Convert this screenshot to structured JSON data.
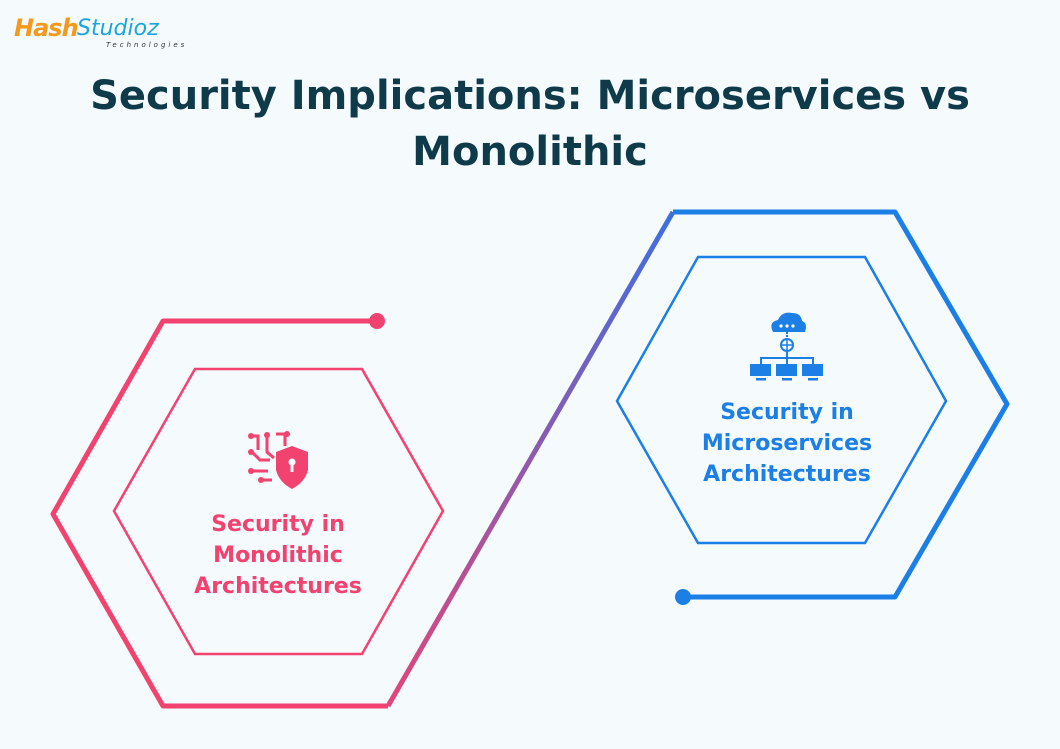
{
  "logo": {
    "part1": "Hash",
    "part2": "Studioz",
    "tagline": "Technologies"
  },
  "title": "Security Implications: Microservices vs Monolithic",
  "nodes": [
    {
      "label": "Security in Monolithic Architectures",
      "icon": "shield-circuit-icon",
      "color": "#f2426f"
    },
    {
      "label": "Security in Microservices Architectures",
      "icon": "cloud-network-icon",
      "color": "#1b7fe6"
    }
  ]
}
